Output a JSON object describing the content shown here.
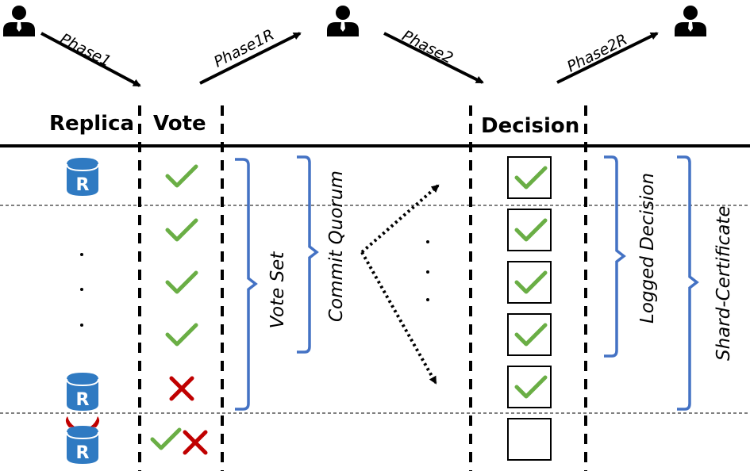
{
  "headers": {
    "replica": "Replica",
    "vote": "Vote",
    "decision": "Decision"
  },
  "phases": {
    "phase1": "Phase1",
    "phase1r": "Phase1R",
    "phase2": "Phase2",
    "phase2r": "Phase2R"
  },
  "brackets": {
    "vote_set": "Vote Set",
    "commit_quorum": "Commit Quorum",
    "logged_decision": "Logged Decision",
    "shard_certificate": "Shard-Certificate"
  },
  "replica_icon_letter": "R",
  "icons": {
    "user": "user-icon",
    "replica": "database-icon",
    "check": "check-icon",
    "cross": "cross-icon",
    "devil_horns": "devil-horns-icon"
  },
  "colors": {
    "replica_blue": "#2F7AC2",
    "check_green": "#6AAE45",
    "cross_red": "#C00000",
    "bracket_blue": "#4472C4",
    "horn_red": "#C00000"
  }
}
